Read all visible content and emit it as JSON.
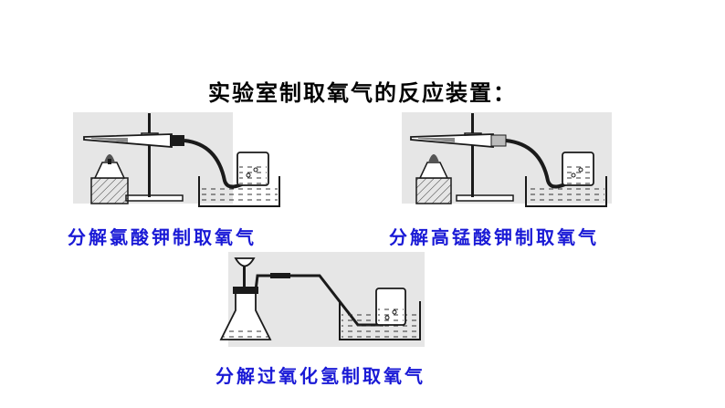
{
  "title": "实验室制取氧气的反应装置：",
  "captions": {
    "kclo3": "分解氯酸钾制取氧气",
    "kmno4": "分解高锰酸钾制取氧气",
    "h2o2": "分解过氧化氢制取氧气"
  },
  "colors": {
    "caption": "#1a1ad6",
    "stroke": "#1a1a1a",
    "shade": "#dcdcdc"
  }
}
